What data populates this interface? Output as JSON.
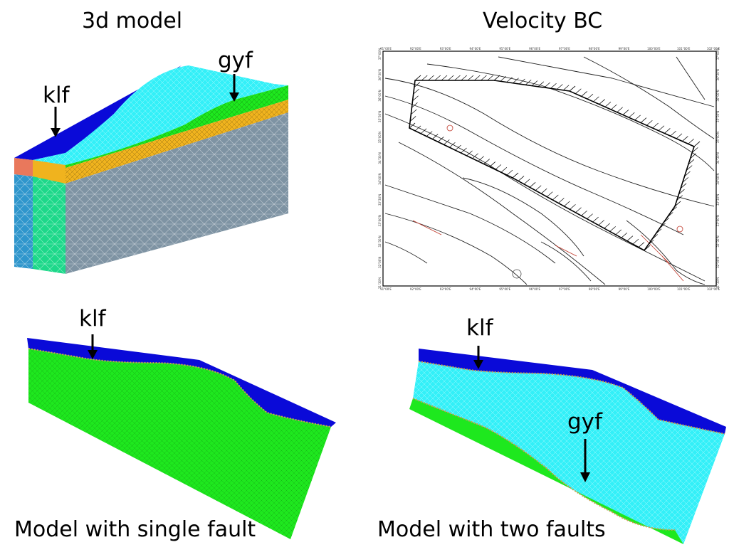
{
  "panels": {
    "model_3d": {
      "title": "3d model",
      "labels": {
        "fault_klf": "klf",
        "fault_gyf": "gyf"
      }
    },
    "velocity_bc": {
      "title": "Velocity BC",
      "top_ticks": [
        "91°00'E",
        "92°00'E",
        "93°00'E",
        "94°00'E",
        "95°00'E",
        "96°00'E",
        "97°00'E",
        "98°00'E",
        "99°00'E",
        "100°00'E",
        "101°00'E",
        "102°00'E"
      ],
      "bottom_ticks": [
        "91°00'E",
        "92°00'E",
        "93°00'E",
        "94°00'E",
        "95°00'E",
        "96°00'E",
        "97°00'E",
        "98°00'E",
        "99°00'E",
        "100°00'E",
        "101°00'E",
        "102°00'E"
      ],
      "left_ticks": [
        "37°00'N",
        "36°30'N",
        "36°00'N",
        "35°30'N",
        "35°00'N",
        "34°30'N",
        "34°00'N",
        "33°30'N",
        "33°00'N",
        "32°30'N",
        "32°00'N",
        "31°30'N"
      ],
      "right_ticks": [
        "37°00'N",
        "36°30'N",
        "36°00'N",
        "35°30'N",
        "35°00'N",
        "34°30'N",
        "34°00'N",
        "33°30'N",
        "33°00'N",
        "32°30'N",
        "32°00'N",
        "31°30'N"
      ]
    },
    "single_fault": {
      "caption": "Model with single fault",
      "labels": {
        "fault_klf": "klf"
      }
    },
    "two_faults": {
      "caption": "Model with two faults",
      "labels": {
        "fault_klf": "klf",
        "fault_gyf": "gyf"
      }
    }
  },
  "colors": {
    "blue": "#0a0ad8",
    "cyan": "#33f0f8",
    "green": "#1ee81e",
    "orange": "#f0b31e",
    "slate": "#7e93a3",
    "salmon": "#e9785c",
    "steel": "#2f96cc"
  }
}
